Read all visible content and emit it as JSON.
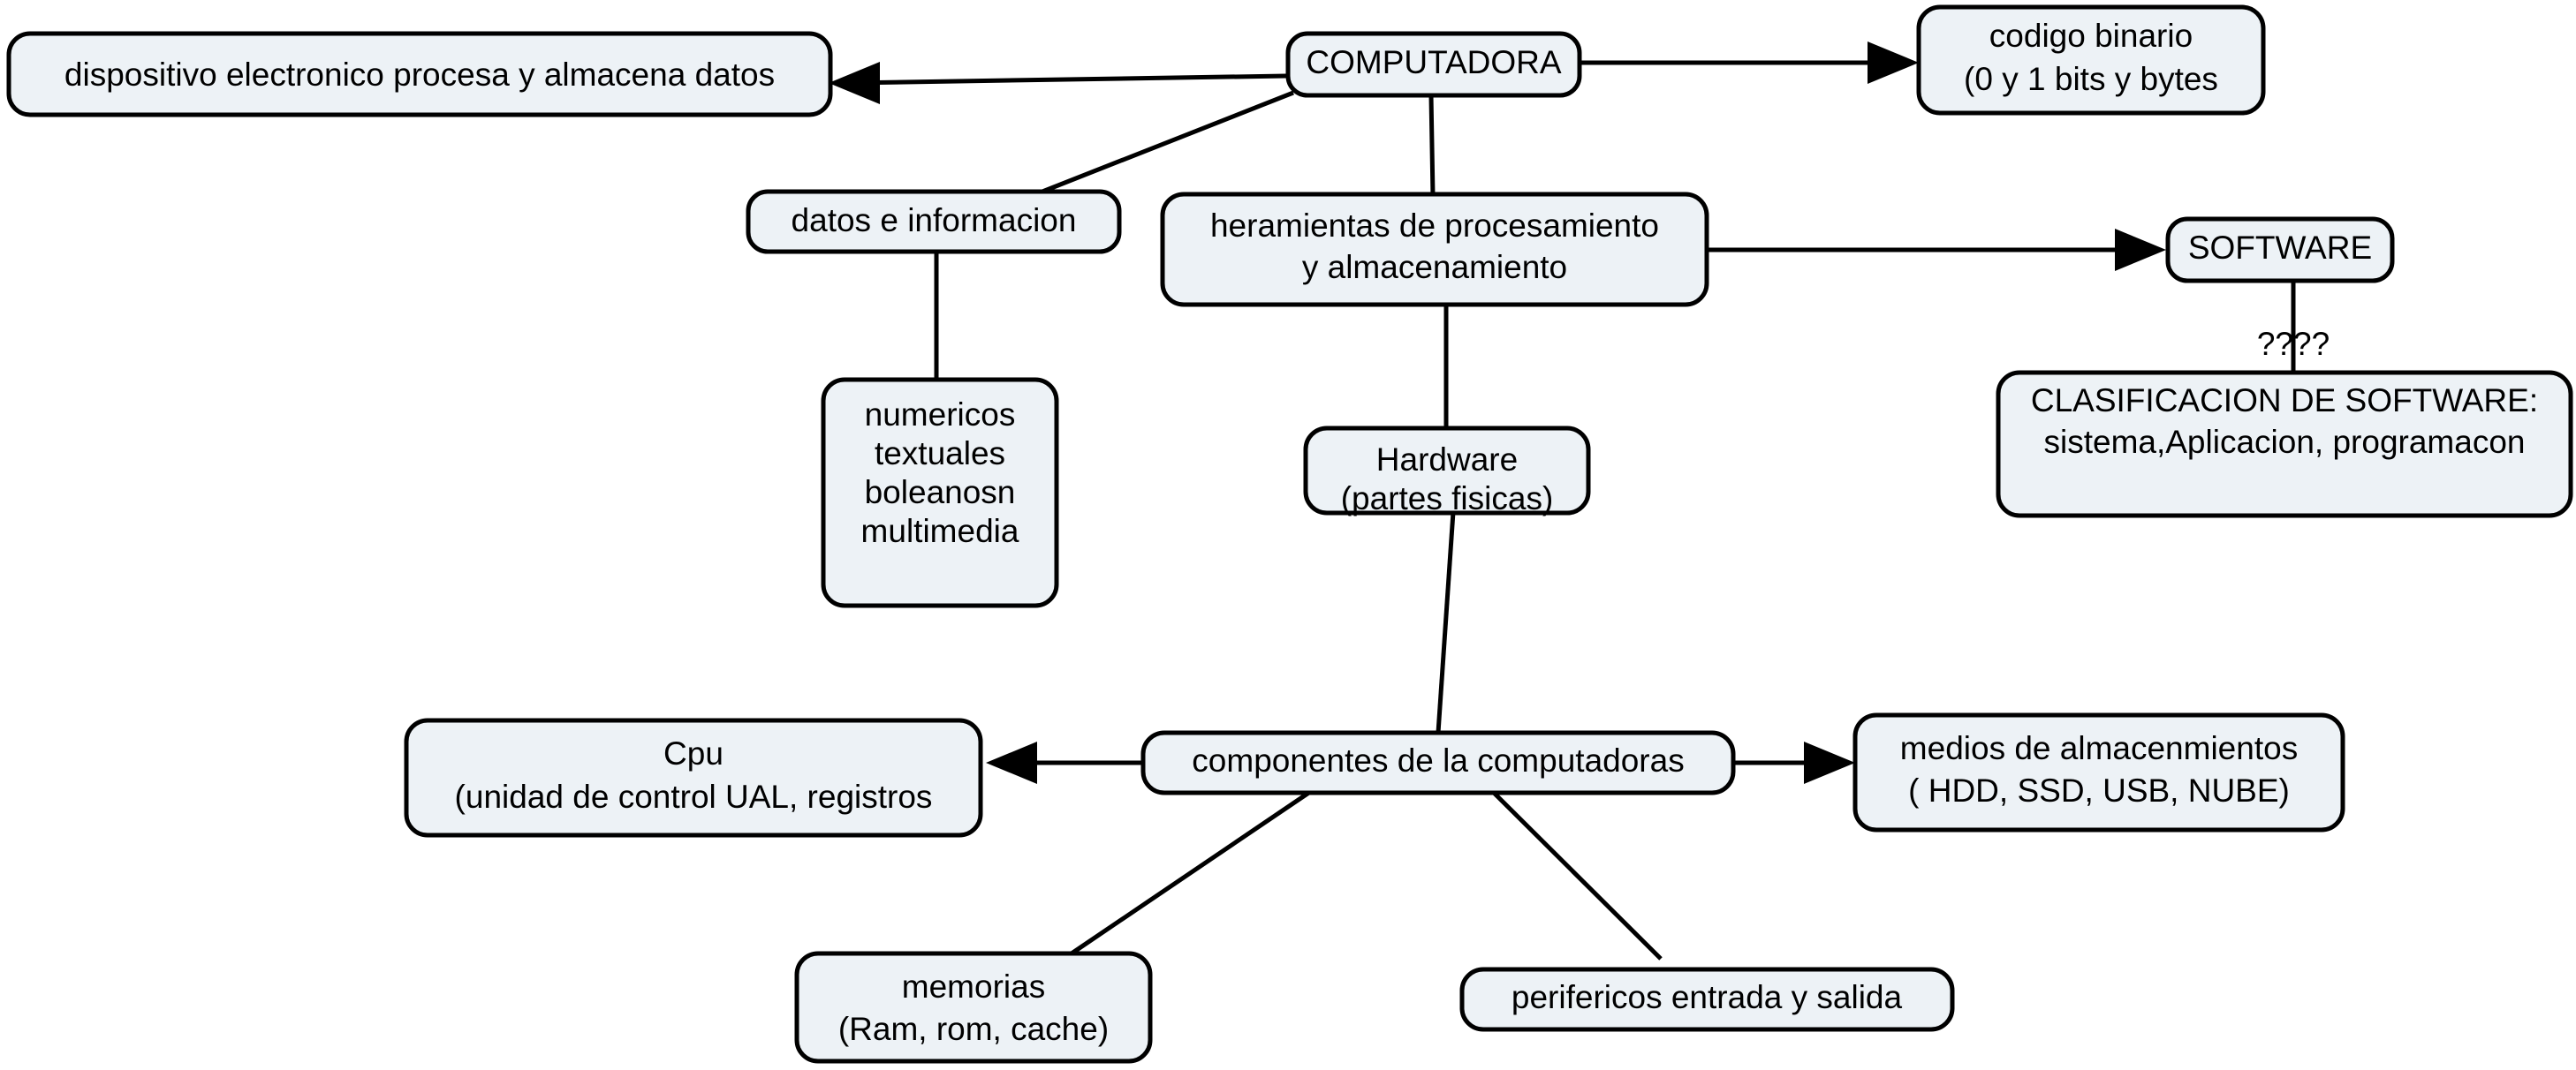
{
  "diagram": {
    "title": "Mapa conceptual de la computadora",
    "colors": {
      "node_fill": "#edf2f6",
      "node_stroke": "#000000",
      "background": "#ffffff",
      "text": "#000000"
    },
    "nodes": [
      {
        "id": "dispositivo",
        "lines": [
          "dispositivo electronico procesa y almacena datos"
        ]
      },
      {
        "id": "computadora",
        "lines": [
          "COMPUTADORA"
        ]
      },
      {
        "id": "codigo-binario",
        "lines": [
          "codigo binario",
          "(0 y 1 bits y bytes"
        ]
      },
      {
        "id": "datos-informacion",
        "lines": [
          "datos e informacion"
        ]
      },
      {
        "id": "heramientas",
        "lines": [
          "heramientas de procesamiento",
          "y almacenamiento"
        ]
      },
      {
        "id": "software",
        "lines": [
          "SOFTWARE"
        ]
      },
      {
        "id": "clasificacion-software",
        "lines": [
          "CLASIFICACION DE SOFTWARE:",
          "sistema,Aplicacion, programacon"
        ]
      },
      {
        "id": "tipos-datos",
        "lines": [
          "numericos",
          "textuales",
          "boleanosn",
          "multimedia"
        ]
      },
      {
        "id": "hardware",
        "lines": [
          "Hardware",
          "(partes fisicas)"
        ]
      },
      {
        "id": "cpu",
        "lines": [
          "Cpu",
          "(unidad de control UAL, registros"
        ]
      },
      {
        "id": "componentes",
        "lines": [
          "componentes de la computadoras"
        ]
      },
      {
        "id": "almacenamiento",
        "lines": [
          "medios de almacenmientos",
          "( HDD, SSD, USB, NUBE)"
        ]
      },
      {
        "id": "memorias",
        "lines": [
          "memorias",
          "(Ram, rom, cache)"
        ]
      },
      {
        "id": "perifericos",
        "lines": [
          "perifericos entrada y salida"
        ]
      }
    ],
    "edge_labels": [
      {
        "id": "software-clasificacion",
        "text": "????"
      }
    ]
  }
}
